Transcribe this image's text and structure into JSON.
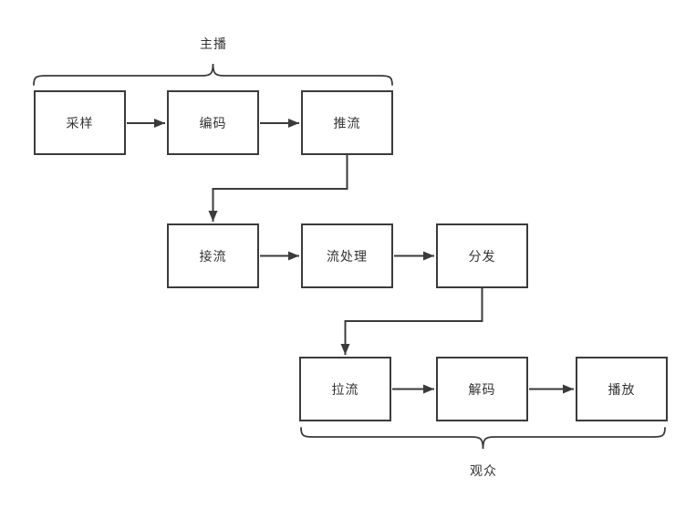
{
  "flow": {
    "groups": [
      {
        "id": "anchor",
        "label": "主播"
      },
      {
        "id": "audience",
        "label": "观众"
      }
    ],
    "nodes": [
      {
        "id": "sampling",
        "label": "采样"
      },
      {
        "id": "encoding",
        "label": "编码"
      },
      {
        "id": "push-stream",
        "label": "推流"
      },
      {
        "id": "receive-stream",
        "label": "接流"
      },
      {
        "id": "stream-processing",
        "label": "流处理"
      },
      {
        "id": "distribution",
        "label": "分发"
      },
      {
        "id": "pull-stream",
        "label": "拉流"
      },
      {
        "id": "decoding",
        "label": "解码"
      },
      {
        "id": "playback",
        "label": "播放"
      }
    ],
    "edges": [
      {
        "from": "采样",
        "to": "编码"
      },
      {
        "from": "编码",
        "to": "推流"
      },
      {
        "from": "推流",
        "to": "接流"
      },
      {
        "from": "接流",
        "to": "流处理"
      },
      {
        "from": "流处理",
        "to": "分发"
      },
      {
        "from": "分发",
        "to": "拉流"
      },
      {
        "from": "拉流",
        "to": "解码"
      },
      {
        "from": "解码",
        "to": "播放"
      }
    ]
  },
  "colors": {
    "stroke": "#3b3b3b",
    "text": "#333333",
    "background": "#ffffff"
  }
}
